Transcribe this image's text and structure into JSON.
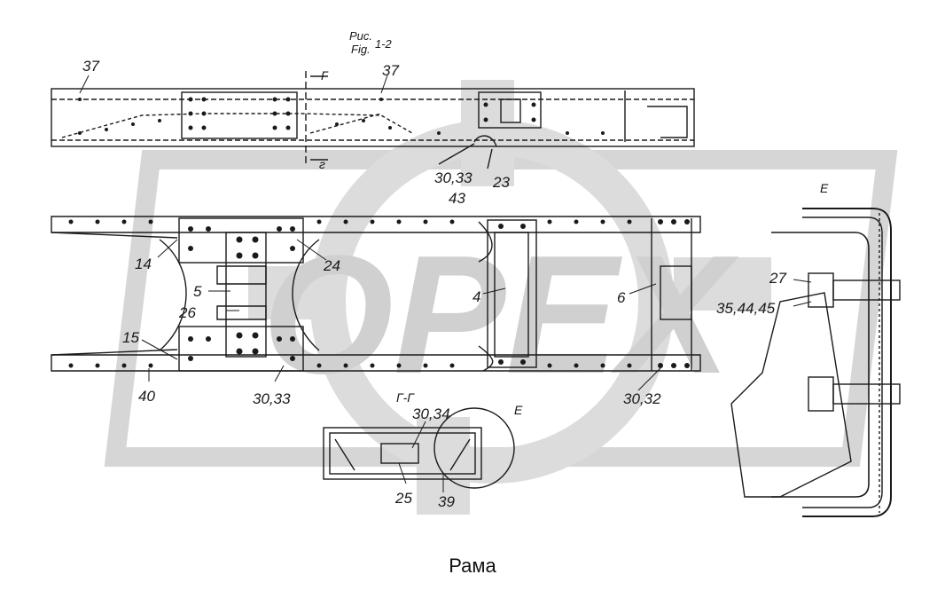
{
  "figure": {
    "ref_ru": "Рис.",
    "ref_en": "Fig.",
    "number": "1-2"
  },
  "watermark": "OPEX",
  "caption": "Рама",
  "section_marks": {
    "gamma": "Г",
    "gamma_lower": "г",
    "section": "Г-Г",
    "detail": "Е"
  },
  "callouts": {
    "c37a": "37",
    "c37b": "37",
    "c3033top": "30,33",
    "c43": "43",
    "c23": "23",
    "c14": "14",
    "c24": "24",
    "c5": "5",
    "c26": "26",
    "c4": "4",
    "c6": "6",
    "c15": "15",
    "c40": "40",
    "c3033bot": "30,33",
    "c3032": "30,32",
    "c3034": "30,34",
    "c25": "25",
    "c39": "39",
    "c27": "27",
    "c354445": "35,44,45"
  },
  "colors": {
    "line": "#1a1a1a",
    "watermark": "#d4d4d4"
  }
}
